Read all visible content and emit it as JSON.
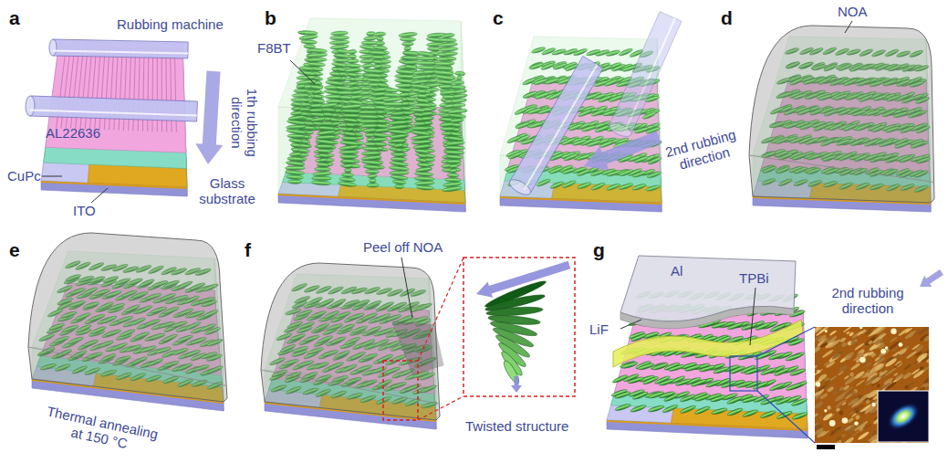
{
  "diagram": {
    "labels": [
      "a",
      "Rubbing machine",
      "1th rubbing direction",
      "AL22636",
      "CuPc",
      "ITO",
      "Glass substrate",
      "b",
      "F8BT",
      "c",
      "2nd rubbing direction",
      "d",
      "NOA",
      "e",
      "Thermal annealing at 150 °C",
      "f",
      "Peel off NOA",
      "Twisted structure",
      "g",
      "Al",
      "LiF",
      "TPBi",
      "2nd rubbing direction"
    ]
  }
}
